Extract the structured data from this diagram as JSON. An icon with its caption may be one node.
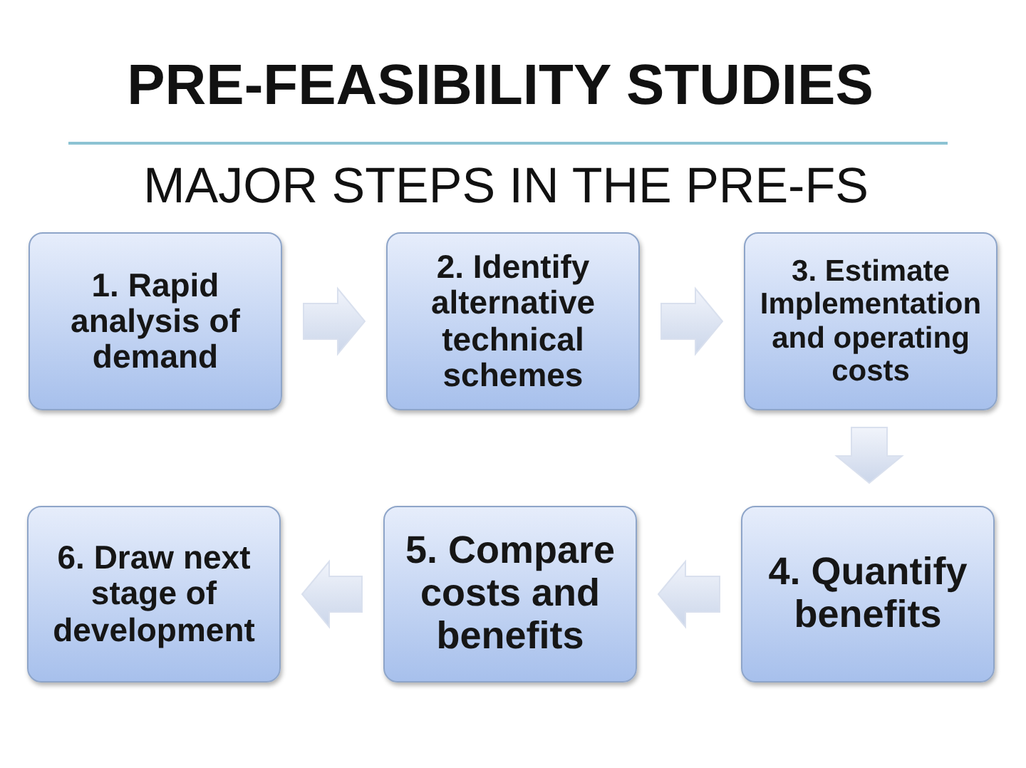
{
  "diagram": {
    "title": "PRE-FEASIBILITY STUDIES",
    "nodes": [
      {
        "text": [
          "1. Rapid analysis of demand"
        ]
      },
      {
        "text": [
          "2. Identify alternative technical schemes"
        ]
      },
      {
        "text": [
          "3. Estimate Implementation and operating costs"
        ]
      },
      {
        "text": [
          "4. Quantify benefits"
        ]
      },
      {
        "text": [
          "5. Compare costs and benefits"
        ]
      },
      {
        "text": [
          "6. Draw next stage of development"
        ]
      }
    ],
    "edges": [
      {
        "from": 0,
        "to": 1,
        "arrow": "to"
      },
      {
        "from": 1,
        "to": 2,
        "arrow": "to"
      },
      {
        "from": 2,
        "to": 3,
        "arrow": "to"
      },
      {
        "from": 3,
        "to": 4,
        "arrow": "to"
      },
      {
        "from": 4,
        "to": 5,
        "arrow": "to"
      }
    ],
    "labels": [
      "MAJOR STEPS IN THE PRE-FS"
    ]
  }
}
